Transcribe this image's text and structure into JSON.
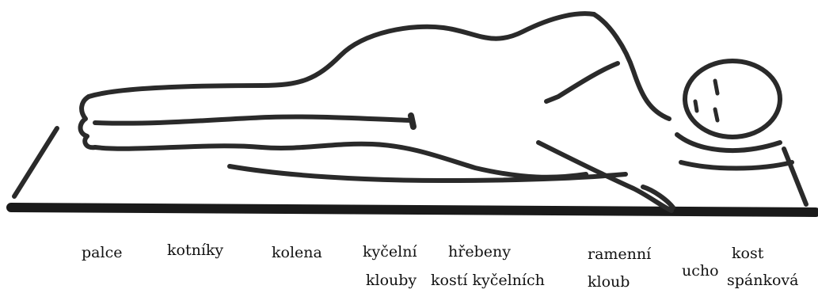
{
  "colors": {
    "ink": "#222222",
    "mat": "#1a1a1a",
    "background": "#ffffff"
  },
  "illustration": "person-lying-on-side-on-mat",
  "labels": {
    "palce": "palce",
    "kotniky": "kotníky",
    "kolena": "kolena",
    "kycelni_1": "kyčelní",
    "kycelni_2": "klouby",
    "hrebeny_1": "hřebeny",
    "hrebeny_2": "kostí kyčelních",
    "ramenni_1": "ramenní",
    "ramenni_2": "kloub",
    "ucho": "ucho",
    "kost_1": "kost",
    "kost_2": "spánková"
  }
}
